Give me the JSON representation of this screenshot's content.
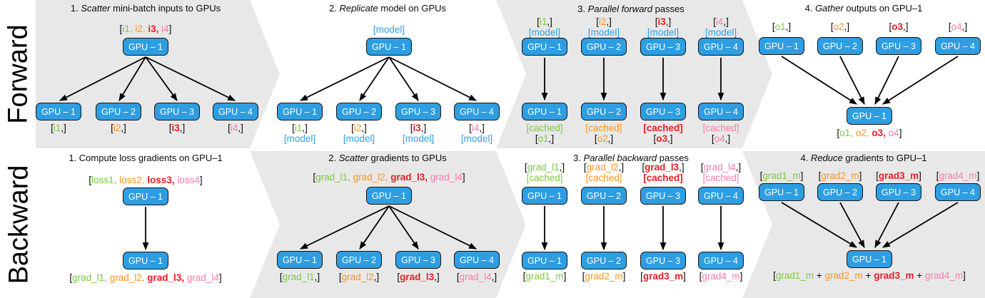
{
  "colors": {
    "green": "#7AC943",
    "orange": "#FF931E",
    "red": "#ED1C24",
    "pink": "#FF7BAC",
    "blue": "#2E9FE8",
    "panel": "#E8E8E8",
    "boxfill": "#2E9EE3"
  },
  "row_labels": {
    "forward": "Forward",
    "backward": "Backward"
  },
  "gpu": {
    "g1": "GPU – 1",
    "g2": "GPU – 2",
    "g3": "GPU – 3",
    "g4": "GPU – 4"
  },
  "titles": {
    "f1": [
      {
        "t": "1. "
      },
      {
        "t": "Scatter",
        "i": true
      },
      {
        "t": " mini-batch inputs to GPUs"
      }
    ],
    "f2": [
      {
        "t": "2. "
      },
      {
        "t": "Replicate",
        "i": true
      },
      {
        "t": " model on GPUs"
      }
    ],
    "f3": [
      {
        "t": "3. "
      },
      {
        "t": "Parallel forward",
        "i": true
      },
      {
        "t": " passes"
      }
    ],
    "f4": [
      {
        "t": "4. "
      },
      {
        "t": "Gather",
        "i": true
      },
      {
        "t": " outputs on GPU–1"
      }
    ],
    "b1": [
      {
        "t": "1. Compute loss gradients on GPU–1"
      }
    ],
    "b2": [
      {
        "t": "2. "
      },
      {
        "t": "Scatter",
        "i": true
      },
      {
        "t": " gradients to GPUs"
      }
    ],
    "b3": [
      {
        "t": "3. "
      },
      {
        "t": "Parallel backward",
        "i": true
      },
      {
        "t": " passes"
      }
    ],
    "b4": [
      {
        "t": "4. "
      },
      {
        "t": "Reduce",
        "i": true
      },
      {
        "t": " gradients to GPU–1"
      }
    ]
  },
  "tok": {
    "i_list": [
      {
        "t": "["
      },
      {
        "t": "i1,",
        "c": "green"
      },
      {
        "t": " "
      },
      {
        "t": "i2,",
        "c": "orange"
      },
      {
        "t": " "
      },
      {
        "t": "i3,",
        "c": "red"
      },
      {
        "t": " "
      },
      {
        "t": "i4",
        "c": "pink"
      },
      {
        "t": "]"
      }
    ],
    "i1": [
      {
        "t": "["
      },
      {
        "t": "i1",
        "c": "green"
      },
      {
        "t": ",]"
      }
    ],
    "i2": [
      {
        "t": "["
      },
      {
        "t": "i2",
        "c": "orange"
      },
      {
        "t": ",]"
      }
    ],
    "i3": [
      {
        "t": "["
      },
      {
        "t": "i3",
        "c": "red"
      },
      {
        "t": ",]"
      }
    ],
    "i4": [
      {
        "t": "["
      },
      {
        "t": "i4",
        "c": "pink"
      },
      {
        "t": ",]"
      }
    ],
    "model": [
      {
        "t": "[model]",
        "c": "blue"
      }
    ],
    "cached1": [
      {
        "t": "[cached]",
        "c": "green"
      }
    ],
    "cached2": [
      {
        "t": "[cached]",
        "c": "orange"
      }
    ],
    "cached3": [
      {
        "t": "[cached]",
        "c": "red"
      }
    ],
    "cached4": [
      {
        "t": "[cached]",
        "c": "pink"
      }
    ],
    "o1": [
      {
        "t": "["
      },
      {
        "t": "o1",
        "c": "green"
      },
      {
        "t": ",]"
      }
    ],
    "o2": [
      {
        "t": "["
      },
      {
        "t": "o2",
        "c": "orange"
      },
      {
        "t": ",]"
      }
    ],
    "o3": [
      {
        "t": "["
      },
      {
        "t": "o3",
        "c": "red"
      },
      {
        "t": ",]"
      }
    ],
    "o4": [
      {
        "t": "["
      },
      {
        "t": "o4",
        "c": "pink"
      },
      {
        "t": ",]"
      }
    ],
    "o_list": [
      {
        "t": "["
      },
      {
        "t": "o1,",
        "c": "green"
      },
      {
        "t": " "
      },
      {
        "t": "o2,",
        "c": "orange"
      },
      {
        "t": " "
      },
      {
        "t": "o3,",
        "c": "red"
      },
      {
        "t": " "
      },
      {
        "t": "o4",
        "c": "pink"
      },
      {
        "t": "]"
      }
    ],
    "loss_list": [
      {
        "t": "["
      },
      {
        "t": "loss1,",
        "c": "green"
      },
      {
        "t": " "
      },
      {
        "t": "loss2,",
        "c": "orange"
      },
      {
        "t": " "
      },
      {
        "t": "loss3,",
        "c": "red"
      },
      {
        "t": " "
      },
      {
        "t": "loss4",
        "c": "pink"
      },
      {
        "t": "]"
      }
    ],
    "gl_list": [
      {
        "t": "["
      },
      {
        "t": "grad_l1,",
        "c": "green"
      },
      {
        "t": " "
      },
      {
        "t": "grad_l2,",
        "c": "orange"
      },
      {
        "t": " "
      },
      {
        "t": "grad_l3,",
        "c": "red"
      },
      {
        "t": " "
      },
      {
        "t": "grad_l4",
        "c": "pink"
      },
      {
        "t": "]"
      }
    ],
    "gl1": [
      {
        "t": "["
      },
      {
        "t": "grad_l1",
        "c": "green"
      },
      {
        "t": ",]"
      }
    ],
    "gl2": [
      {
        "t": "["
      },
      {
        "t": "grad_l2",
        "c": "orange"
      },
      {
        "t": ",]"
      }
    ],
    "gl3": [
      {
        "t": "["
      },
      {
        "t": "grad_l3",
        "c": "red"
      },
      {
        "t": ",]"
      }
    ],
    "gl4": [
      {
        "t": "["
      },
      {
        "t": "grad_l4",
        "c": "pink"
      },
      {
        "t": ",]"
      }
    ],
    "gm1": [
      {
        "t": "["
      },
      {
        "t": "grad1_m",
        "c": "green"
      },
      {
        "t": "]"
      }
    ],
    "gm2": [
      {
        "t": "["
      },
      {
        "t": "grad2_m",
        "c": "orange"
      },
      {
        "t": "]"
      }
    ],
    "gm3": [
      {
        "t": "["
      },
      {
        "t": "grad3_m",
        "c": "red"
      },
      {
        "t": "]"
      }
    ],
    "gm4": [
      {
        "t": "["
      },
      {
        "t": "grad4_m",
        "c": "pink"
      },
      {
        "t": "]"
      }
    ],
    "gm_sum": [
      {
        "t": "["
      },
      {
        "t": "grad1_m",
        "c": "green"
      },
      {
        "t": " + "
      },
      {
        "t": "grad2_m",
        "c": "orange"
      },
      {
        "t": " + "
      },
      {
        "t": "grad3_m",
        "c": "red"
      },
      {
        "t": " + "
      },
      {
        "t": "grad4_m",
        "c": "pink"
      },
      {
        "t": "]"
      }
    ]
  }
}
